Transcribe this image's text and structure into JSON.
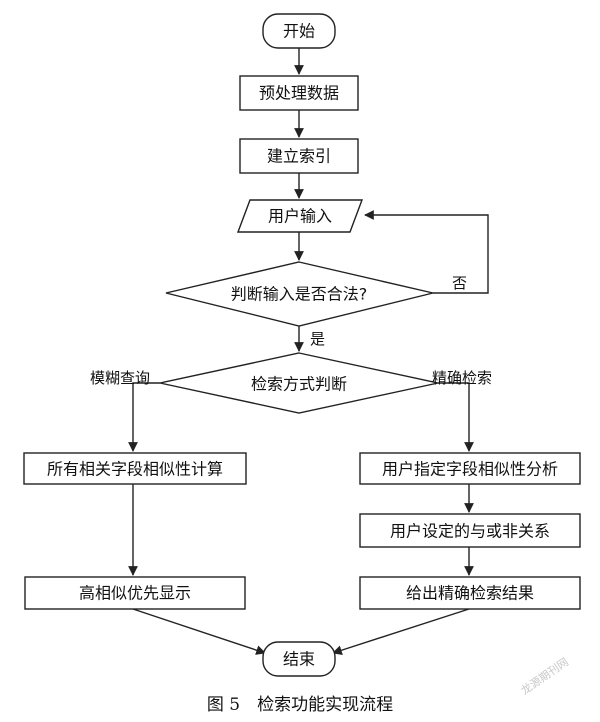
{
  "nodes": {
    "start": "开始",
    "preprocess": "预处理数据",
    "index": "建立索引",
    "input": "用户输入",
    "validate": "判断输入是否合法?",
    "mode": "检索方式判断",
    "fuzzy_calc": "所有相关字段相似性计算",
    "fuzzy_show": "高相似优先显示",
    "exact_field": "用户指定字段相似性分析",
    "exact_logic": "用户设定的与或非关系",
    "exact_result": "给出精确检索结果",
    "end": "结束"
  },
  "edges": {
    "no": "否",
    "yes": "是",
    "fuzzy": "模糊查询",
    "exact": "精确检索"
  },
  "caption": "图 5　检索功能实现流程",
  "watermark": "龙源期刊网"
}
